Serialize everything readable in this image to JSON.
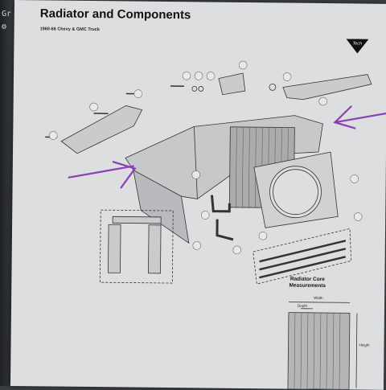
{
  "bezel": {
    "glyph_top": "Gr",
    "glyph_bottom": "⚙"
  },
  "page": {
    "title": "Radiator and Components",
    "subtitle": "1960-66  Chevy & GMC Truck",
    "logo_icon": "tech-top-triangle-logo"
  },
  "core_measurements": {
    "title_line1": "Radiator Core",
    "title_line2": "Measurements",
    "width_label": "Width",
    "depth_label": "Depth",
    "height_label": "Height"
  },
  "annotations": {
    "arrow_color": "#8a3fb8"
  }
}
